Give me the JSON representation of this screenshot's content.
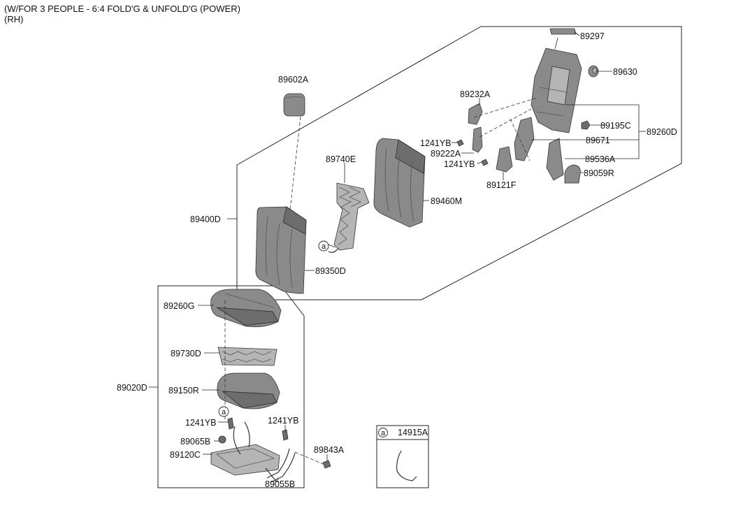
{
  "header": {
    "line1": "(W/FOR 3 PEOPLE - 6:4 FOLD'G & UNFOLD'G (POWER)",
    "line2": "(RH)"
  },
  "parts": {
    "p89297": "89297",
    "p89630": "89630",
    "p89602A": "89602A",
    "p89232A": "89232A",
    "p89195C": "89195C",
    "p89260D": "89260D",
    "p1241YB_a": "1241YB",
    "p89671": "89671",
    "p89222A": "89222A",
    "p89740E": "89740E",
    "p89536A": "89536A",
    "p1241YB_b": "1241YB",
    "p89059R": "89059R",
    "p89121F": "89121F",
    "p89460M": "89460M",
    "p89400D": "89400D",
    "p89350D": "89350D",
    "p89260G": "89260G",
    "p89730D": "89730D",
    "p89020D": "89020D",
    "p89150R": "89150R",
    "p1241YB_c": "1241YB",
    "p1241YB_d": "1241YB",
    "p89065B": "89065B",
    "p89843A": "89843A",
    "p89120C": "89120C",
    "p89055B": "89055B",
    "p14915A": "14915A"
  },
  "refs": {
    "ref_backrest": "a",
    "ref_cushion": "a",
    "ref_legend": "a"
  },
  "colors": {
    "part_fill": "#8a8a8a",
    "line": "#222222",
    "background": "#ffffff"
  }
}
